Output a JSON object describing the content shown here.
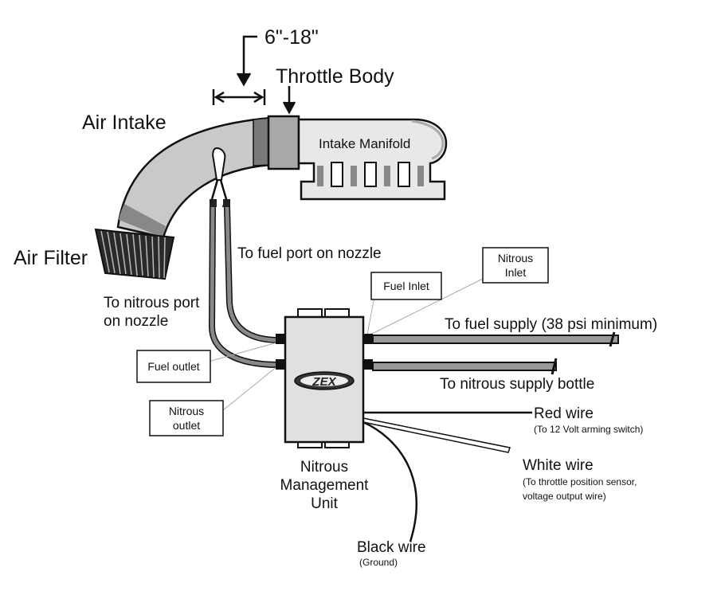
{
  "labels": {
    "gap_measurement": "6\"-18\"",
    "throttle_body": "Throttle Body",
    "air_intake": "Air Intake",
    "intake_manifold": "Intake Manifold",
    "air_filter": "Air Filter",
    "fuel_port_line": "To fuel port on nozzle",
    "nitrous_port_line1": "To nitrous port",
    "nitrous_port_line2": "on nozzle",
    "fuel_inlet": "Fuel Inlet",
    "nitrous_inlet_line1": "Nitrous",
    "nitrous_inlet_line2": "Inlet",
    "fuel_outlet": "Fuel outlet",
    "nitrous_outlet_line1": "Nitrous",
    "nitrous_outlet_line2": "outlet",
    "fuel_supply": "To fuel supply  (38 psi minimum)",
    "nitrous_supply": "To nitrous supply bottle",
    "red_wire": "Red wire",
    "red_wire_note": "(To 12 Volt arming switch)",
    "white_wire": "White wire",
    "white_wire_note1": "(To throttle position sensor,",
    "white_wire_note2": "voltage output wire)",
    "black_wire": "Black wire",
    "black_wire_note": "(Ground)",
    "unit_line1": "Nitrous",
    "unit_line2": "Management",
    "unit_line3": "Unit",
    "brand_logo": "ZEX"
  }
}
